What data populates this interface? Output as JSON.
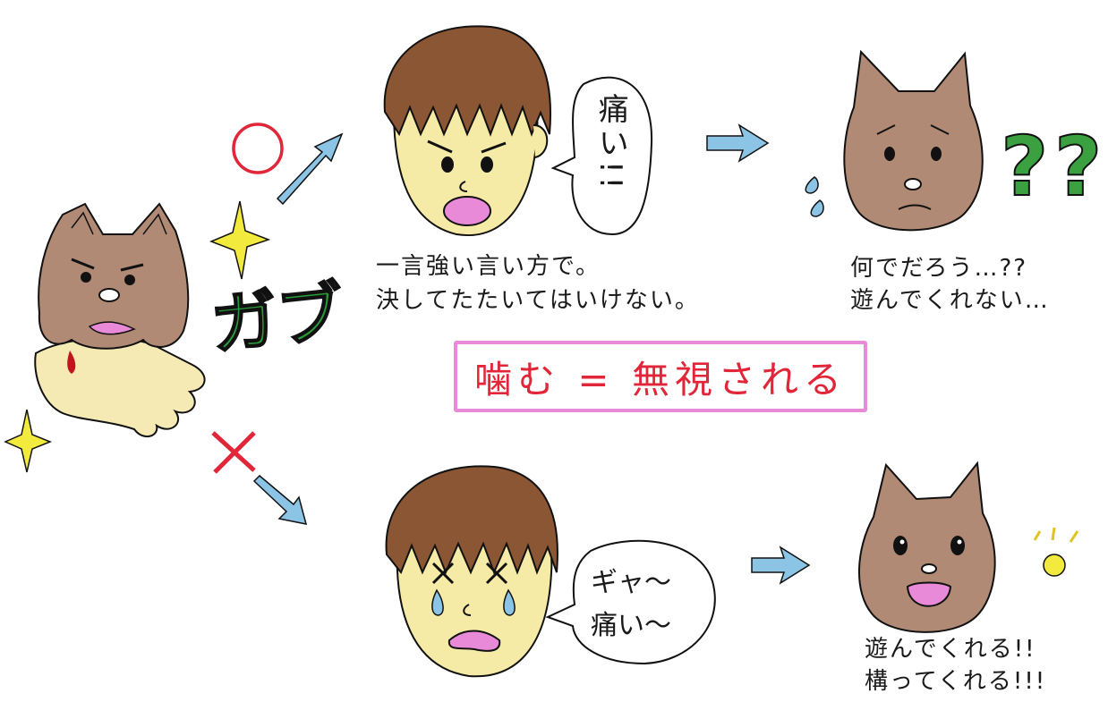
{
  "left_panel": {
    "bite_sound": "ガブ"
  },
  "good_path": {
    "symbol": "◯",
    "speech": "痛い!!",
    "caption_line1": "一言強い言い方で。",
    "caption_line2": "決してたたいてはいけない。",
    "dog_caption_line1": "何でだろう…??",
    "dog_caption_line2": "遊んでくれない…"
  },
  "rule": {
    "text": "噛む = 無視される"
  },
  "bad_path": {
    "symbol": "✕",
    "speech_line1": "ギャ〜",
    "speech_line2": "痛い〜",
    "dog_caption_line1": "遊んでくれる!!",
    "dog_caption_line2": "構ってくれる!!!"
  },
  "colors": {
    "dog_fur": "#b08a74",
    "boy_hair": "#8a5634",
    "skin": "#f5eaa6",
    "mouth_pink": "#e98ad9",
    "arrow_blue": "#8cc4e6",
    "circle_red": "#e02638",
    "question_green": "#3aa040",
    "spark_yellow": "#f2ea3c",
    "rule_border": "#e98ad9"
  }
}
